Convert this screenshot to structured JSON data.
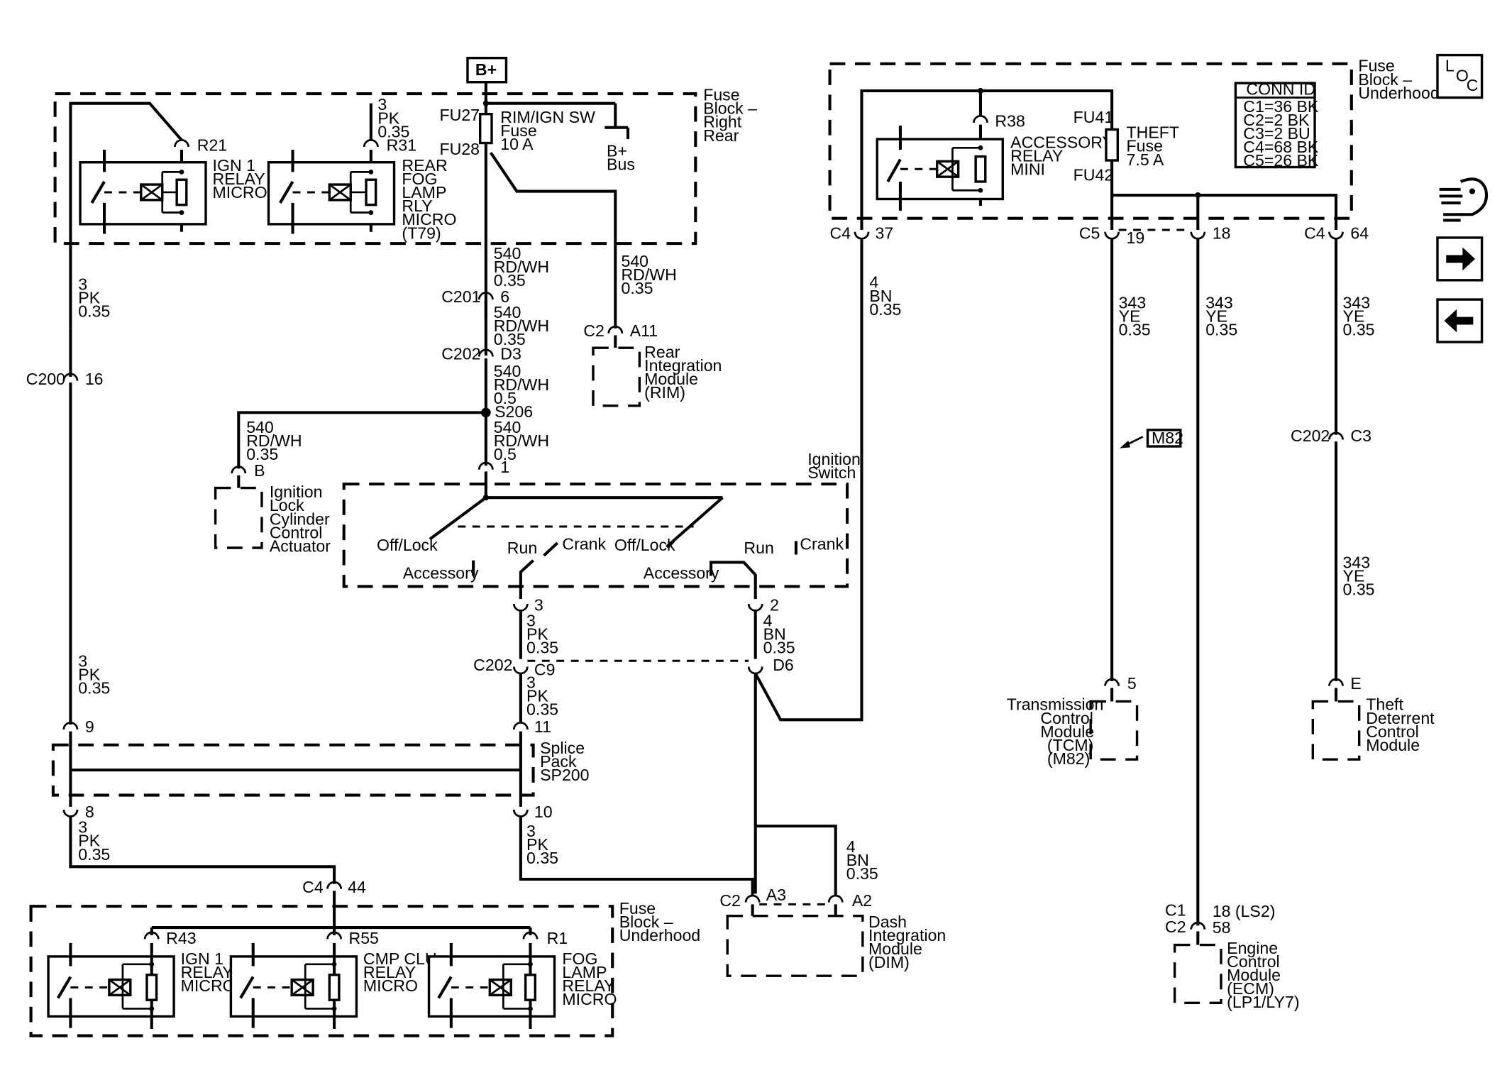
{
  "labels": {
    "bplus": "B+",
    "fbrr1": "Fuse",
    "fbrr2": "Block –",
    "fbrr3": "Right",
    "fbrr4": "Rear",
    "fbuh1": "Fuse",
    "fbuh2": "Block –",
    "fbuh3": "Underhood",
    "fbul1": "Fuse",
    "fbul2": "Block –",
    "fbul3": "Underhood",
    "fu27": "FU27",
    "fu28": "FU28",
    "rim_fuse1": "RIM/IGN SW",
    "rim_fuse2": "Fuse",
    "rim_fuse3": "10 A",
    "bbus1": "B+",
    "bbus2": "Bus",
    "r21": "R21",
    "r31": "R31",
    "ign1a": "IGN 1",
    "ign1b": "RELAY",
    "ign1c": "MICRO",
    "rfog1": "REAR",
    "rfog2": "FOG",
    "rfog3": "LAMP",
    "rfog4": "RLY",
    "rfog5": "MICRO",
    "rfog6": "(T79)",
    "w3pk_a1": "3",
    "w3pk_a2": "PK",
    "w3pk_a3": "0.35",
    "w540a1": "540",
    "w540a2": "RD/WH",
    "w540a3": "0.35",
    "w540b1": "540",
    "w540b2": "RD/WH",
    "w540b3": "0.35",
    "w540c1": "540",
    "w540c2": "RD/WH",
    "w540c3": "0.35",
    "w540d1": "540",
    "w540d2": "RD/WH",
    "w540d3": "0.5",
    "w540e1": "540",
    "w540e2": "RD/WH",
    "w540e3": "0.5",
    "w540f1": "540",
    "w540f2": "RD/WH",
    "w540f3": "0.35",
    "c201": "C201",
    "c201p": "6",
    "c202a": "C202",
    "c202ap": "D3",
    "s206": "S206",
    "c2a": "C2",
    "a11": "A11",
    "rim1": "Rear",
    "rim2": "Integration",
    "rim3": "Module",
    "rim4": "(RIM)",
    "pinb": "B",
    "ilc1": "Ignition",
    "ilc2": "Lock",
    "ilc3": "Cylinder",
    "ilc4": "Control",
    "ilc5": "Actuator",
    "pin1": "1",
    "isw1": "Ignition",
    "isw2": "Switch",
    "offlock1": "Off/Lock",
    "acc1": "Accessory",
    "run1": "Run",
    "crank1": "Crank",
    "offlock2": "Off/Lock",
    "acc2": "Accessory",
    "run2": "Run",
    "crank2": "Crank",
    "pin3": "3",
    "pin2": "2",
    "w3pk_b1": "3",
    "w3pk_b2": "PK",
    "w3pk_b3": "0.35",
    "w4bn_a1": "4",
    "w4bn_a2": "BN",
    "w4bn_a3": "0.35",
    "c202b": "C202",
    "c9": "C9",
    "d6": "D6",
    "w3pk_c1": "3",
    "w3pk_c2": "PK",
    "w3pk_c3": "0.35",
    "c200": "C200",
    "c200p": "16",
    "w3pk_d1": "3",
    "w3pk_d2": "PK",
    "w3pk_d3": "0.35",
    "p9": "9",
    "p11": "11",
    "sp1": "Splice",
    "sp2": "Pack",
    "sp3": "SP200",
    "p8": "8",
    "p10": "10",
    "w3pk_e1": "3",
    "w3pk_e2": "PK",
    "w3pk_e3": "0.35",
    "w3pk_f1": "3",
    "w3pk_f2": "PK",
    "w3pk_f3": "0.35",
    "c4a": "C4",
    "p44": "44",
    "r43": "R43",
    "r55": "R55",
    "r1": "R1",
    "ign1d": "IGN 1",
    "ign1e": "RELAY",
    "ign1f": "MICRO",
    "cmp1": "CMP CLU",
    "cmp2": "RELAY",
    "cmp3": "MICRO",
    "fog1": "FOG",
    "fog2": "LAMP",
    "fog3": "RELAY",
    "fog4": "MICRO",
    "w4bn_b1": "4",
    "w4bn_b2": "BN",
    "w4bn_b3": "0.35",
    "c2b": "C2",
    "a3": "A3",
    "a2": "A2",
    "dim1": "Dash",
    "dim2": "Integration",
    "dim3": "Module",
    "dim4": "(DIM)",
    "r38": "R38",
    "acc_r1": "ACCESSORY",
    "acc_r2": "RELAY",
    "acc_r3": "MINI",
    "fu41": "FU41",
    "fu42": "FU42",
    "theft1": "THEFT",
    "theft2": "Fuse",
    "theft3": "7.5 A",
    "conn_title": "CONN ID",
    "conn1": "C1=36 BK",
    "conn2": "C2=2 BK",
    "conn3": "C3=2 BU",
    "conn4": "C4=68 BK",
    "conn5": "C5=26 BK",
    "c4b": "C4",
    "p37": "37",
    "w4bn_c1": "4",
    "w4bn_c2": "BN",
    "w4bn_c3": "0.35",
    "c5": "C5",
    "p19": "19",
    "p18": "18",
    "c4c": "C4",
    "p64": "64",
    "w343a1": "343",
    "w343a2": "YE",
    "w343a3": "0.35",
    "w343b1": "343",
    "w343b2": "YE",
    "w343b3": "0.35",
    "w343c1": "343",
    "w343c2": "YE",
    "w343c3": "0.35",
    "w343d1": "343",
    "w343d2": "YE",
    "w343d3": "0.35",
    "m82": "M82",
    "c202c": "C202",
    "c3": "C3",
    "p5": "5",
    "tcm1": "Transmission",
    "tcm2": "Control",
    "tcm3": "Module",
    "tcm4": "(TCM)",
    "tcm5": "(M82)",
    "pe": "E",
    "tdcm1": "Theft",
    "tdcm2": "Deterrent",
    "tdcm3": "Control",
    "tdcm4": "Module",
    "c1": "C1",
    "c2c": "C2",
    "p18ls2": "18 (LS2)",
    "p58": "58",
    "ecm1": "Engine",
    "ecm2": "Control",
    "ecm3": "Module",
    "ecm4": "(ECM)",
    "ecm5": "(LP1/LY7)",
    "loc_l": "L",
    "loc_o": "O",
    "loc_c": "C"
  },
  "icons": {
    "nav_schematic": "wiring-harness-icon",
    "nav_next": "arrow-right-icon",
    "nav_prev": "arrow-left-icon"
  }
}
